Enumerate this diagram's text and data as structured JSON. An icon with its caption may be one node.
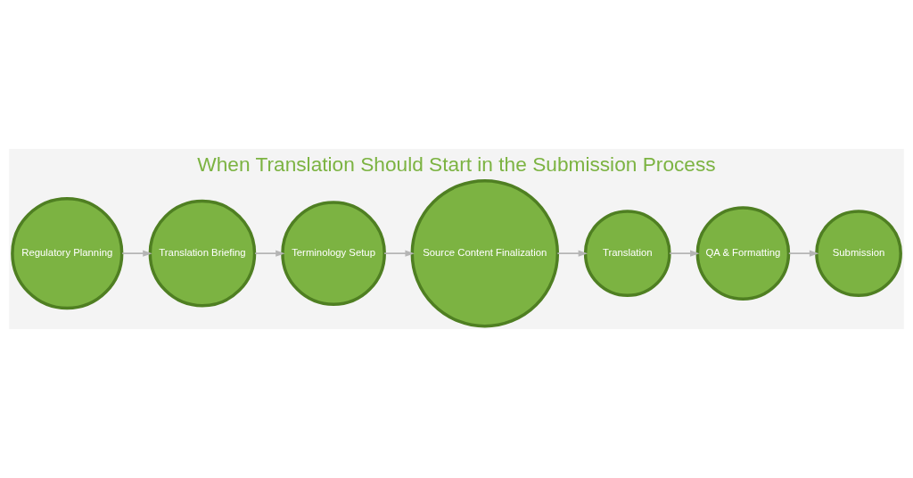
{
  "diagram": {
    "title": "When Translation Should Start in the Submission Process",
    "nodes": [
      {
        "text": [
          "Regulatory Planning"
        ]
      },
      {
        "text": [
          "Translation Briefing"
        ]
      },
      {
        "text": [
          "Terminology Setup"
        ]
      },
      {
        "text": [
          "Source Content Finalization"
        ]
      },
      {
        "text": [
          "Translation"
        ]
      },
      {
        "text": [
          "QA & Formatting"
        ]
      },
      {
        "text": [
          "Submission"
        ]
      }
    ],
    "edges": [
      {
        "from": 0,
        "to": 1,
        "arrow": "to"
      },
      {
        "from": 1,
        "to": 2,
        "arrow": "to"
      },
      {
        "from": 2,
        "to": 3,
        "arrow": "to"
      },
      {
        "from": 3,
        "to": 4,
        "arrow": "to"
      },
      {
        "from": 4,
        "to": 5,
        "arrow": "to"
      },
      {
        "from": 5,
        "to": 6,
        "arrow": "to"
      }
    ]
  }
}
